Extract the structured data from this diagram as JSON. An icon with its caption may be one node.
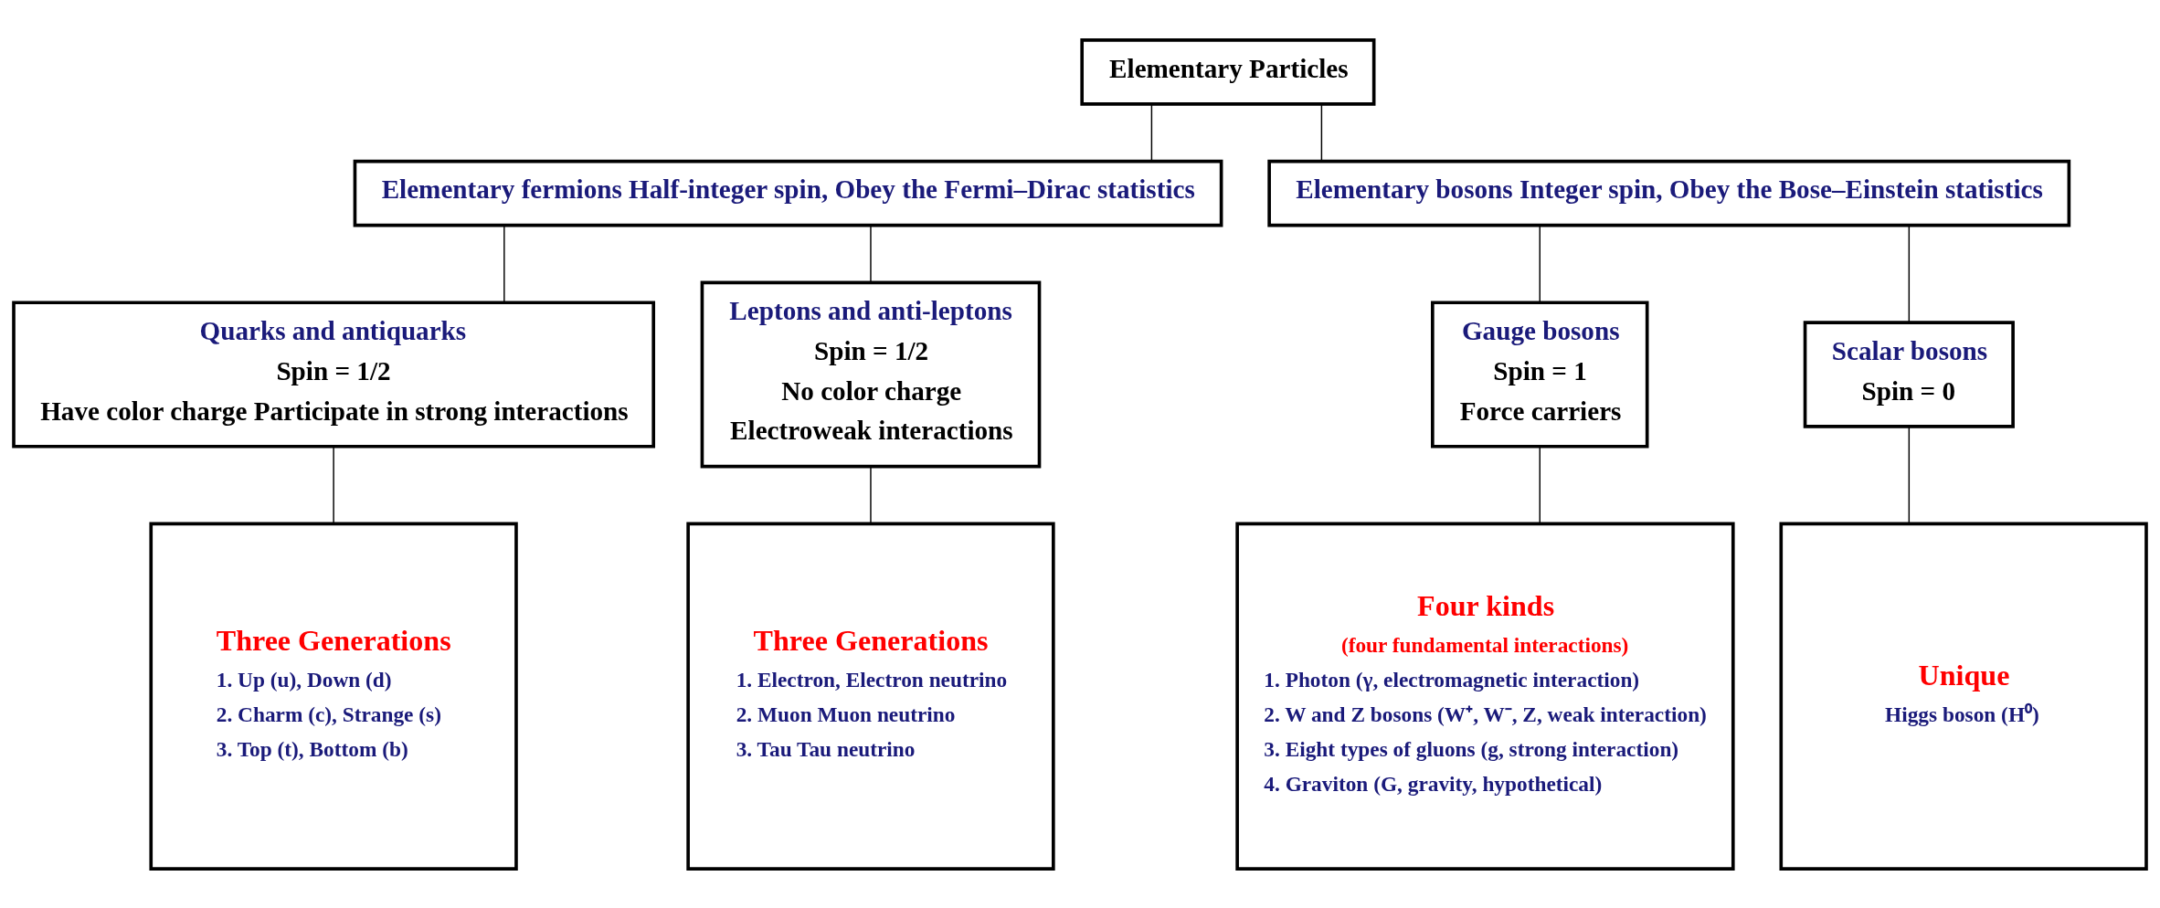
{
  "diagram": {
    "nodes": [
      {
        "text": [
          "Elementary Particles"
        ]
      },
      {
        "text": [
          "Elementary fermions Half-integer spin, Obey the Fermi–Dirac statistics"
        ]
      },
      {
        "text": [
          "Elementary bosons Integer spin, Obey the Bose–Einstein statistics"
        ]
      },
      {
        "text": [
          "Quarks and antiquarks",
          "Spin = 1/2",
          "Have color charge Participate in strong interactions"
        ]
      },
      {
        "text": [
          "Leptons and anti-leptons",
          "Spin = 1/2",
          "No color charge",
          "Electroweak interactions"
        ]
      },
      {
        "text": [
          "Gauge bosons",
          "Spin = 1",
          "Force carriers"
        ]
      },
      {
        "text": [
          "Scalar bosons",
          "Spin = 0"
        ]
      },
      {
        "text": [
          "Three Generations",
          "1. Up (u), Down (d)",
          "2. Charm (c), Strange (s)",
          "3. Top (t), Bottom (b)"
        ]
      },
      {
        "text": [
          "Three Generations",
          "1. Electron, Electron neutrino",
          "2. Muon Muon neutrino",
          "3. Tau Tau neutrino"
        ]
      },
      {
        "text": [
          "Four kinds",
          "(four fundamental interactions)",
          "1. Photon (γ, electromagnetic interaction)",
          "2. W and Z bosons (W⁺, W⁻, Z, weak interaction)",
          "3. Eight types of gluons (g, strong interaction)",
          "4. Graviton (G, gravity, hypothetical)"
        ]
      },
      {
        "text": [
          "Unique",
          "Higgs boson (H⁰)"
        ]
      }
    ],
    "edges": [
      {
        "from": 0,
        "to": 1,
        "arrow": "none"
      },
      {
        "from": 0,
        "to": 2,
        "arrow": "none"
      },
      {
        "from": 1,
        "to": 3,
        "arrow": "none"
      },
      {
        "from": 1,
        "to": 4,
        "arrow": "none"
      },
      {
        "from": 2,
        "to": 5,
        "arrow": "none"
      },
      {
        "from": 2,
        "to": 6,
        "arrow": "none"
      },
      {
        "from": 3,
        "to": 7,
        "arrow": "none"
      },
      {
        "from": 4,
        "to": 8,
        "arrow": "none"
      },
      {
        "from": 5,
        "to": 9,
        "arrow": "none"
      },
      {
        "from": 6,
        "to": 10,
        "arrow": "none"
      }
    ]
  }
}
